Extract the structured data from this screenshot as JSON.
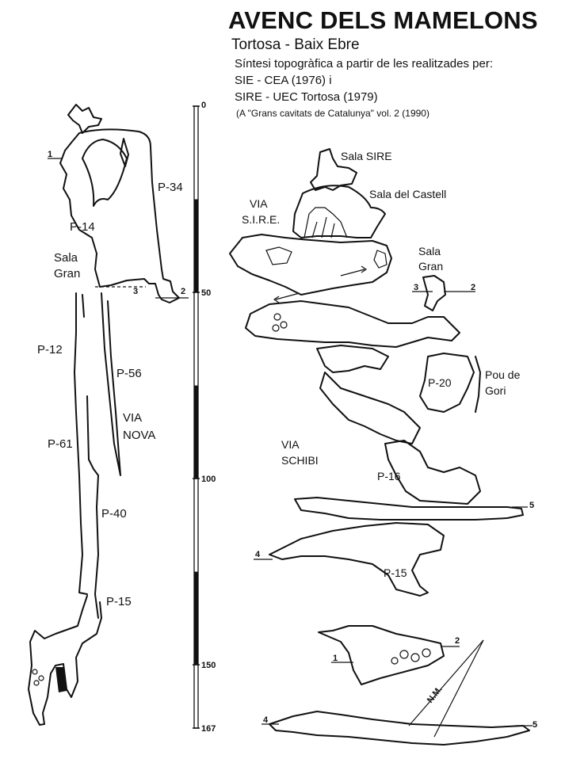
{
  "header": {
    "title": "AVENC DELS MAMELONS",
    "subtitle": "Tortosa - Baix Ebre",
    "line1": "Síntesi topogràfica a partir de les realitzades per:",
    "line2": "SIE - CEA  (1976) i",
    "line3": "SIRE - UEC Tortosa (1979)",
    "line4": "(A \"Grans cavitats de Catalunya\" vol. 2 (1990)"
  },
  "scale": {
    "min": 0,
    "max": 167,
    "tick_labels": [
      "0",
      "50",
      "100",
      "150",
      "167"
    ],
    "black_segments": [
      [
        25,
        50
      ],
      [
        75,
        100
      ],
      [
        125,
        150
      ]
    ]
  },
  "profile_labels": {
    "p34": "P-34",
    "p14": "P-14",
    "sala_gran_1": "Sala",
    "sala_gran_2": "Gran",
    "p12": "P-12",
    "p56": "P-56",
    "via_nova_1": "VIA",
    "via_nova_2": "NOVA",
    "p61": "P-61",
    "p40": "P-40",
    "p15": "P-15",
    "n1": "1",
    "n2": "2",
    "n3": "3"
  },
  "section_labels": {
    "sala_sire": "Sala SIRE",
    "sala_castell": "Sala del Castell",
    "via_sire_1": "VIA",
    "via_sire_2": "S.I.R.E.",
    "sala_gran_1": "Sala",
    "sala_gran_2": "Gran",
    "pou_gori_1": "Pou de",
    "pou_gori_2": "Gori",
    "p20": "P-20",
    "via_schibi_1": "VIA",
    "via_schibi_2": "SCHIBI",
    "p16": "P-16",
    "p15": "P-15",
    "n2": "2",
    "n3": "3",
    "n4": "4",
    "n5": "5"
  },
  "plan_labels": {
    "n1": "1",
    "n2": "2",
    "n4": "4",
    "n5": "5",
    "north": "N.M."
  },
  "colors": {
    "ink": "#111111",
    "paper": "#ffffff"
  }
}
